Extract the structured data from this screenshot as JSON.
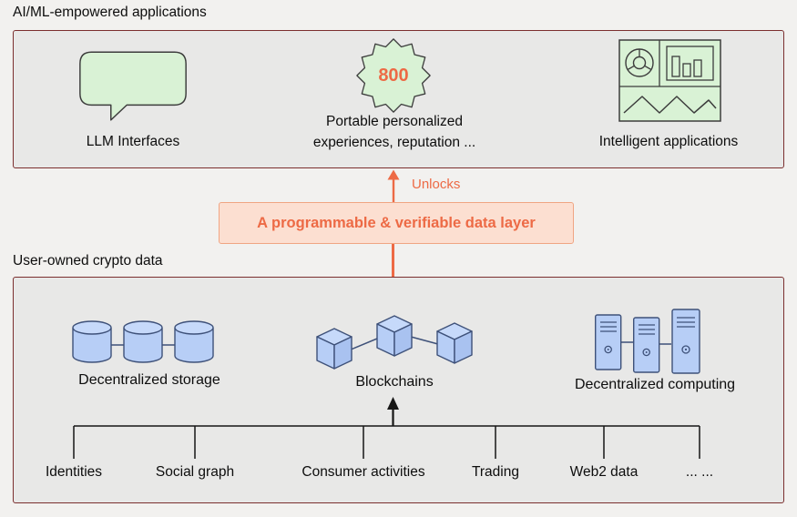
{
  "colors": {
    "background": "#f2f1ef",
    "section_fill": "#e8e8e7",
    "section_border": "#7b2f2f",
    "green_fill": "#d9f2d5",
    "green_stroke": "#3c3c3c",
    "blue_fill": "#b7cef6",
    "blue_fill_light": "#c6d9fa",
    "blue_fill_dark": "#a9c2f0",
    "blue_stroke": "#3e5179",
    "accent_orange": "#ed6a45",
    "orange_box_fill": "#fcdfd1",
    "orange_box_border": "#f0a583",
    "ink": "#161616"
  },
  "top_section": {
    "title": "AI/ML-empowered applications",
    "llm": {
      "icon": "speech-bubble-icon",
      "label": "LLM Interfaces"
    },
    "portable": {
      "icon": "starburst-badge-icon",
      "badge": "800",
      "line1": "Portable personalized",
      "line2": "experiences, reputation ..."
    },
    "intelligent": {
      "icon": "charts-dashboard-icon",
      "label": "Intelligent applications"
    }
  },
  "connector": {
    "unlocks": "Unlocks",
    "layer": "A programmable & verifiable data layer"
  },
  "bottom_section": {
    "title": "User-owned crypto data",
    "storage": {
      "icon": "database-cylinders-icon",
      "label": "Decentralized storage"
    },
    "blockchains": {
      "icon": "linked-cubes-icon",
      "label": "Blockchains"
    },
    "computing": {
      "icon": "server-towers-icon",
      "label": "Decentralized computing"
    },
    "sources": [
      "Identities",
      "Social graph",
      "Consumer activities",
      "Trading",
      "Web2 data",
      "... ..."
    ]
  }
}
